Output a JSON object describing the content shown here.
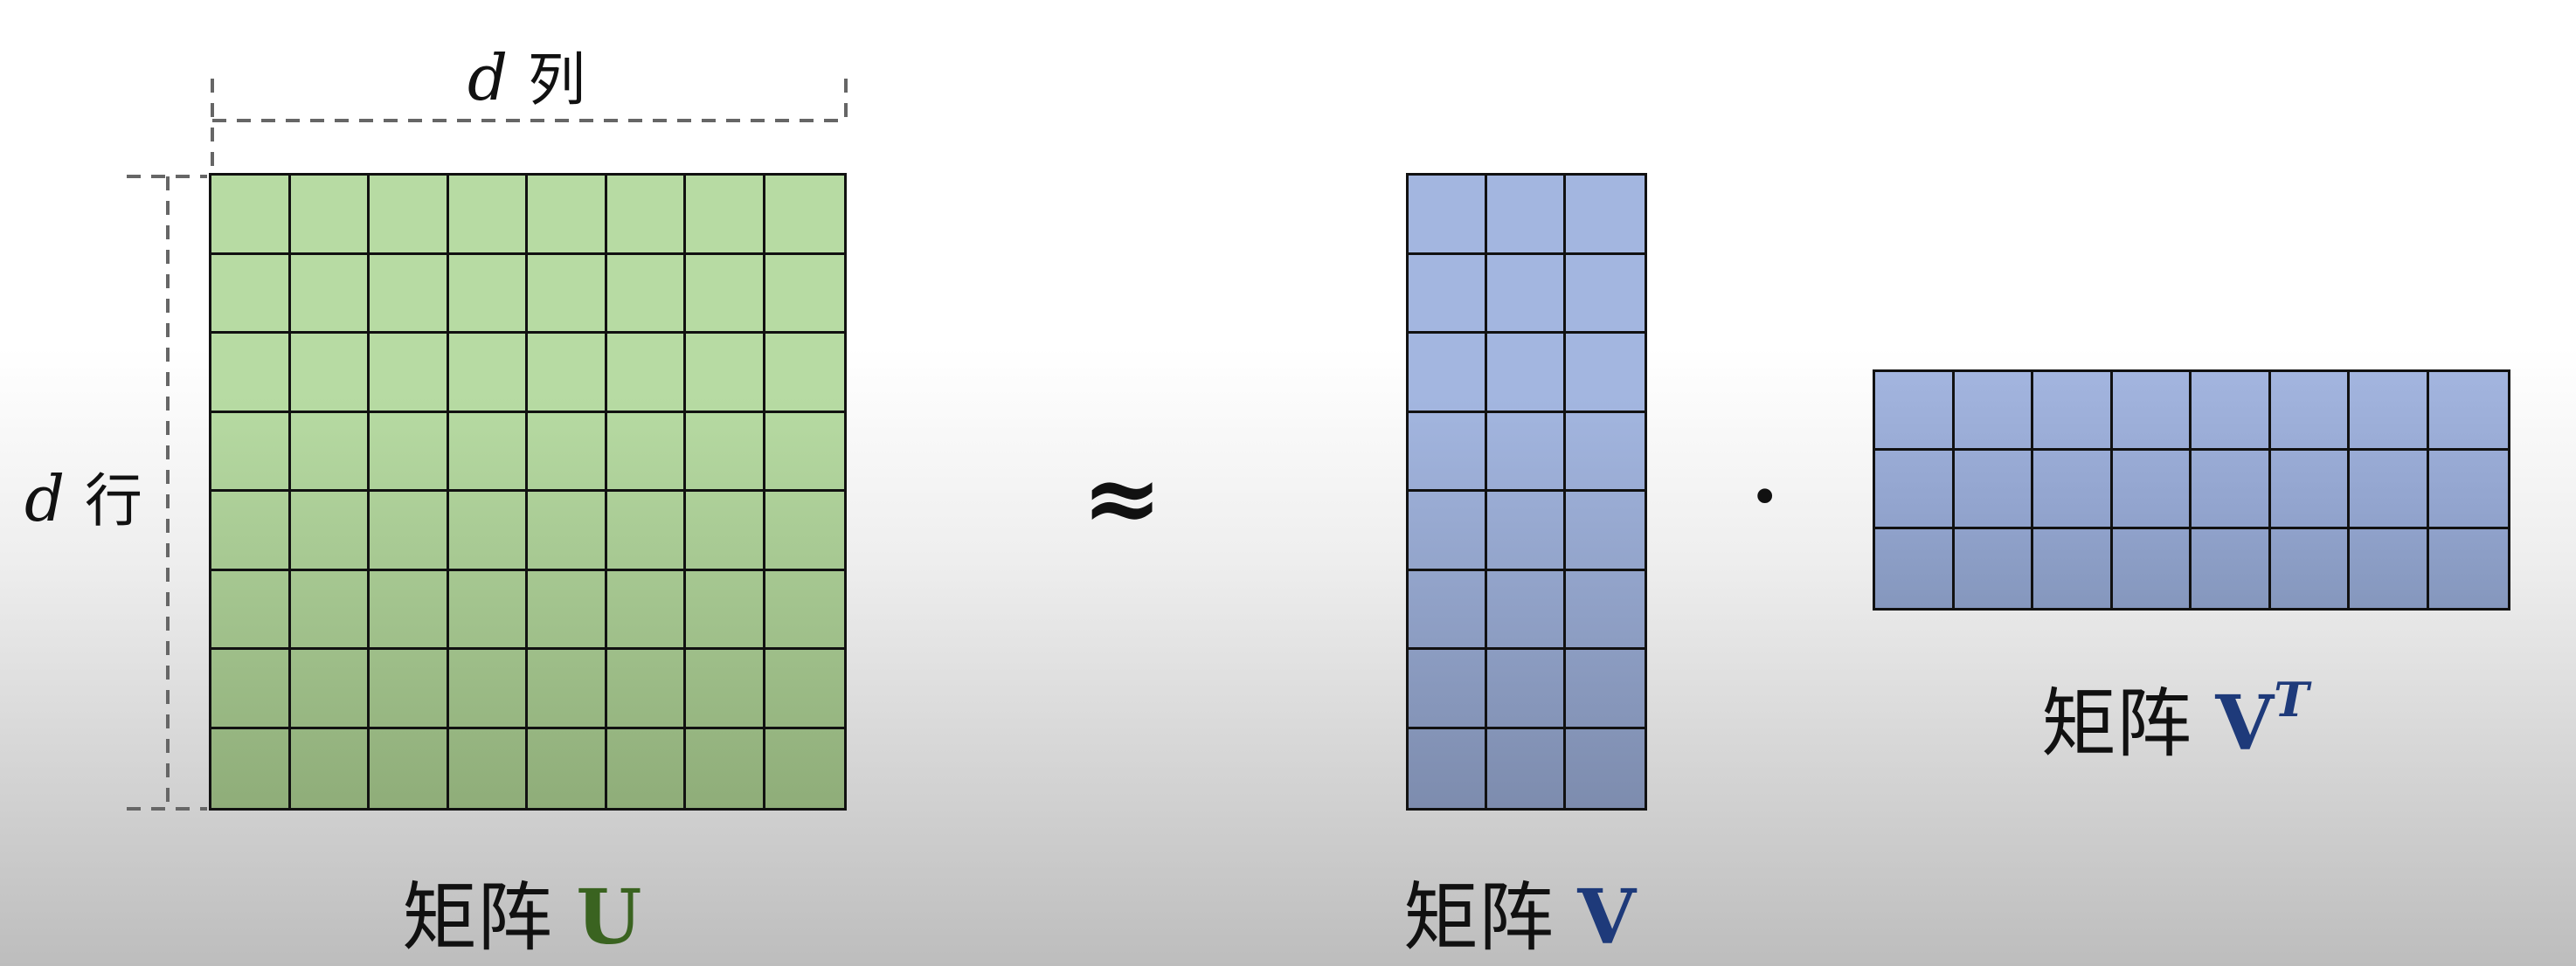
{
  "matrix_u": {
    "rows": 8,
    "cols": 8,
    "label_prefix": "矩阵",
    "label_name": "U",
    "fill_color_top": "#b7dba3",
    "fill_color_bottom": "#8fad79",
    "label_color": "#3a6320"
  },
  "matrix_v": {
    "rows": 8,
    "cols": 3,
    "label_prefix": "矩阵",
    "label_name": "V",
    "fill_color_top": "#a3b6e0",
    "fill_color_bottom": "#7d8cae",
    "label_color": "#1e3a7a"
  },
  "matrix_vt": {
    "rows": 3,
    "cols": 8,
    "label_prefix": "矩阵",
    "label_name": "V",
    "label_superscript": "T",
    "label_color": "#1e3a7a"
  },
  "dimension_labels": {
    "columns_var": "d",
    "columns_text": "列",
    "rows_var": "d",
    "rows_text": "行"
  },
  "operators": {
    "approx": "≈",
    "dot": "·"
  },
  "colors": {
    "grid_line": "#111111",
    "dimension_line": "#666666"
  }
}
